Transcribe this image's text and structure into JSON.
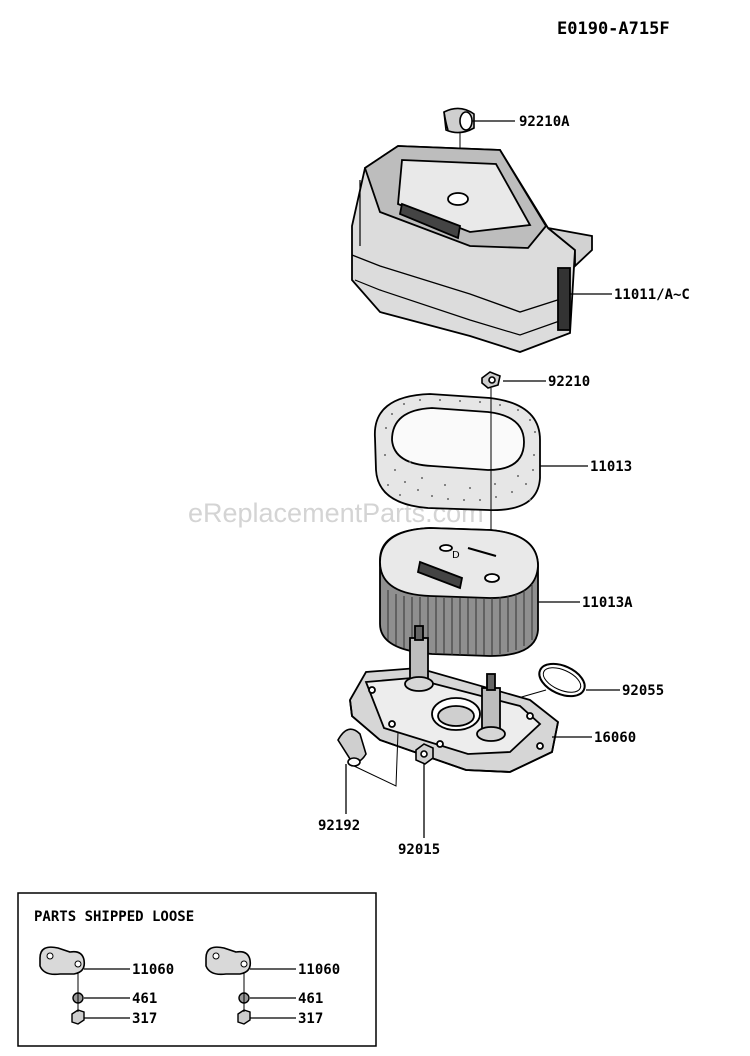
{
  "diagram_code": "E0190-A715F",
  "watermark": "eReplacementParts.com",
  "parts": {
    "cap_knob": "92210A",
    "cover": "11011/A~C",
    "cover_nut": "92210",
    "pre_cleaner": "11013",
    "element": "11013A",
    "o_ring": "92055",
    "base": "16060",
    "breather_tube": "92192",
    "base_nut": "92015"
  },
  "loose_box": {
    "title": "PARTS SHIPPED LOOSE",
    "left": {
      "gasket": "11060",
      "washer": "461",
      "nut": "317"
    },
    "right": {
      "gasket": "11060",
      "washer": "461",
      "nut": "317"
    }
  }
}
